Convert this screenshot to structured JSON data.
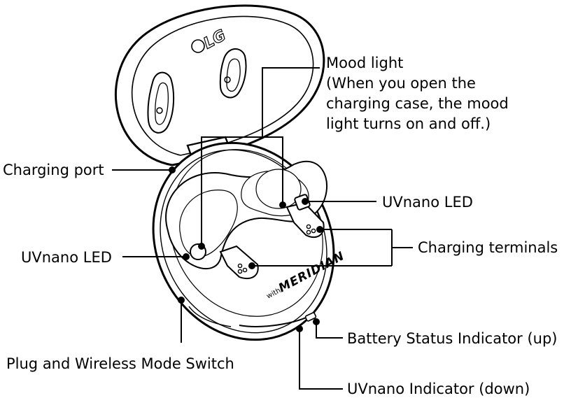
{
  "diagram": {
    "brand_logo_text": "LG",
    "partner_logo_prefix": "with",
    "partner_logo_text": "MERIDIAN"
  },
  "labels": {
    "mood_light": {
      "line1": "Mood light",
      "line2": "(When you open the",
      "line3": "charging case, the mood",
      "line4": "light turns on and off.)"
    },
    "charging_port": "Charging port",
    "uvnano_led_right": "UVnano LED",
    "uvnano_led_left": "UVnano LED",
    "charging_terminals": "Charging terminals",
    "battery_status_indicator": "Battery Status Indicator (up)",
    "mode_switch": "Plug and Wireless Mode Switch",
    "uvnano_indicator": "UVnano Indicator (down)"
  },
  "colors": {
    "line": "#000000",
    "background": "#ffffff"
  }
}
